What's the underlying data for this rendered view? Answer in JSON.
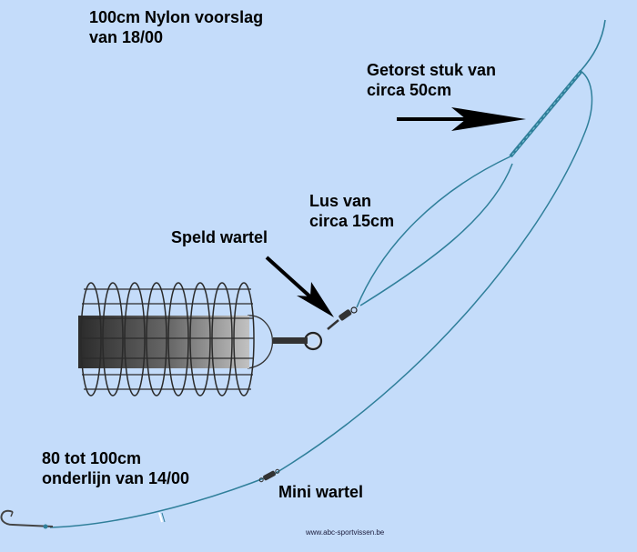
{
  "labels": {
    "nylon_line1": "100cm Nylon voorslag",
    "nylon_line2": "van 18/00",
    "torsion_line1": "Getorst stuk van",
    "torsion_line2": "circa 50cm",
    "loop_line1": "Lus van",
    "loop_line2": "circa 15cm",
    "snap_swivel": "Speld wartel",
    "hooklength_line1": "80 tot 100cm",
    "hooklength_line2": "onderlijn van 14/00",
    "mini_swivel": "Mini wartel"
  },
  "credit": "www.abc-sportvissen.be",
  "colors": {
    "background": "#c4dcfa",
    "line": "#2f7f9a",
    "arrow": "#000000",
    "feeder_cage": "#2a2a2a",
    "feeder_body_dark": "#2e2e2e",
    "feeder_body_light": "#b8b8b8"
  }
}
